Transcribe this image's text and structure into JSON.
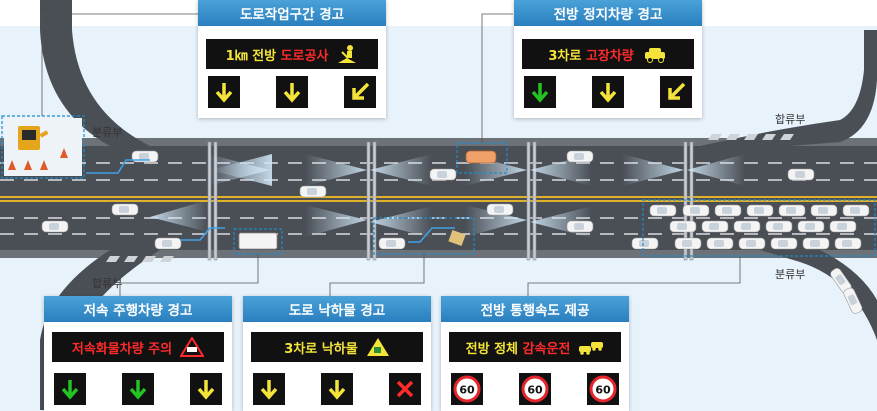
{
  "labels": {
    "diverge_left": "분류부",
    "merge_right": "합류부",
    "merge_left": "합류부",
    "diverge_right": "분류부"
  },
  "panels": {
    "roadwork": {
      "title": "도로작업구간 경고",
      "msg_yellow": "1㎞ 전방",
      "msg_red": "도로공사",
      "icon": "road-work-icon",
      "lanes": [
        "arrow-down-yellow",
        "arrow-down-yellow",
        "arrow-down-left-yellow"
      ]
    },
    "stopped": {
      "title": "전방 정지차량  경고",
      "msg_yellow": "3차로",
      "msg_red": "고장차량",
      "icon": "broken-car-icon",
      "lanes": [
        "arrow-down-green",
        "arrow-down-yellow",
        "arrow-down-left-yellow"
      ]
    },
    "slow": {
      "title": "저속 주행차량 경고",
      "msg_red": "저속화물차량 주의",
      "icon": "slow-truck-icon",
      "lanes": [
        "arrow-down-green",
        "arrow-down-green",
        "arrow-down-yellow"
      ]
    },
    "debris": {
      "title": "도로 낙하물 경고",
      "msg_yellow": "3차로",
      "msg_yellow2": "낙하물",
      "icon": "falling-object-icon",
      "lanes": [
        "arrow-down-yellow",
        "arrow-down-yellow",
        "x-red"
      ]
    },
    "speed": {
      "title": "전방 통행속도 제공",
      "msg_yellow": "전방 정체",
      "msg_red": "감속운전",
      "icon": "traffic-jam-icon",
      "limits": [
        "60",
        "60",
        "60"
      ]
    }
  },
  "colors": {
    "title_bar": "#2a7fbf",
    "vms_bg": "#111111",
    "text_yellow": "#f4e43a",
    "text_red": "#ff2a2a",
    "arrow_green": "#22c322",
    "arrow_yellow": "#f4e43a",
    "road": "#4a4e55",
    "background": "#e8f2fb"
  }
}
